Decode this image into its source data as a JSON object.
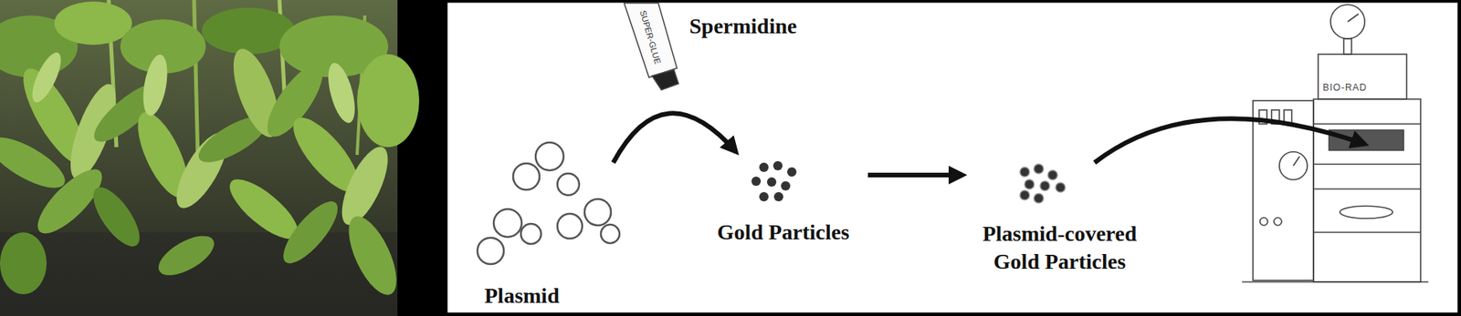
{
  "diagram": {
    "nodes": [
      {
        "text": [
          "Plasmid"
        ]
      },
      {
        "text": [
          "Gold Particles"
        ]
      },
      {
        "text": [
          "Plasmid-covered Gold Particles"
        ]
      },
      {
        "text": [
          "BIO-RAD"
        ]
      }
    ],
    "edges": [
      {
        "from": 0,
        "to": 1,
        "arrow": "to"
      },
      {
        "from": 1,
        "to": 2,
        "arrow": "to"
      },
      {
        "from": 2,
        "to": 3,
        "arrow": "to"
      }
    ],
    "labels": [
      "SUPER-GLUE",
      "Spermidine"
    ]
  }
}
